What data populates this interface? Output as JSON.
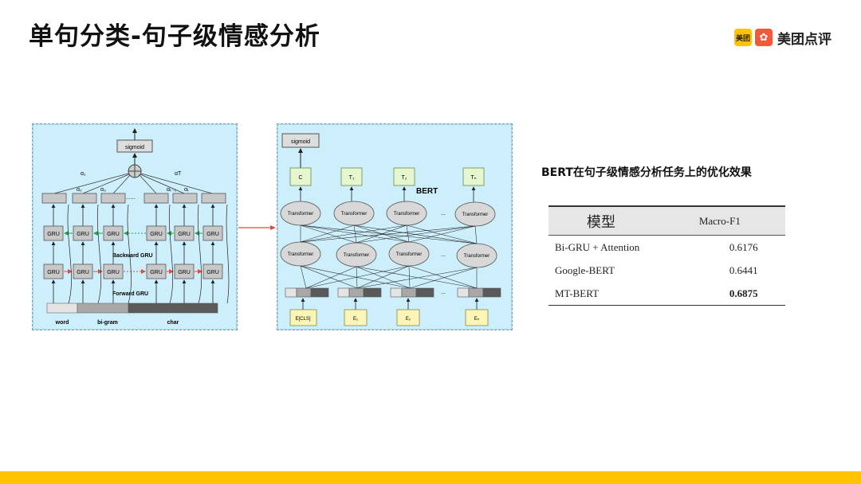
{
  "slide": {
    "title": "单句分类-句子级情感分析",
    "logo": {
      "badge_small": "美团",
      "badge_icon": "美团点评-logo-icon",
      "text": "美团点评"
    }
  },
  "left_diagram": {
    "top_box": "sigmoid",
    "alphas": [
      "α₁",
      "α₂",
      "α₃",
      "......",
      "αₜ₋₁",
      "αₜ",
      "αT"
    ],
    "gru_label": "GRU",
    "backward_label": "Backward GRU",
    "forward_label": "Forward GRU",
    "dots": "......",
    "bottom_labels": [
      "word",
      "bi-gram",
      "char"
    ]
  },
  "right_diagram": {
    "top_box": "sigmoid",
    "outputs": [
      "C",
      "T₁",
      "T₂",
      "Tₙ"
    ],
    "bert_label": "BERT",
    "transformer_label": "Transformer",
    "dots": "...",
    "inputs": [
      "E[CLS]",
      "E₁",
      "E₂",
      "Eₙ"
    ]
  },
  "results": {
    "caption": "BERT在句子级情感分析任务上的优化效果",
    "headers": [
      "模型",
      "Macro-F1"
    ],
    "rows": [
      {
        "model": "Bi-GRU + Attention",
        "score": "0.6176"
      },
      {
        "model": "Google-BERT",
        "score": "0.6441"
      },
      {
        "model": "MT-BERT",
        "score": "0.6875"
      }
    ]
  },
  "colors": {
    "accent_yellow": "#ffc300",
    "logo_orange": "#f4583a",
    "panel_blue": "#cdeffb",
    "arrow_red": "#e8473b",
    "arrow_green": "#2e9c4b"
  }
}
